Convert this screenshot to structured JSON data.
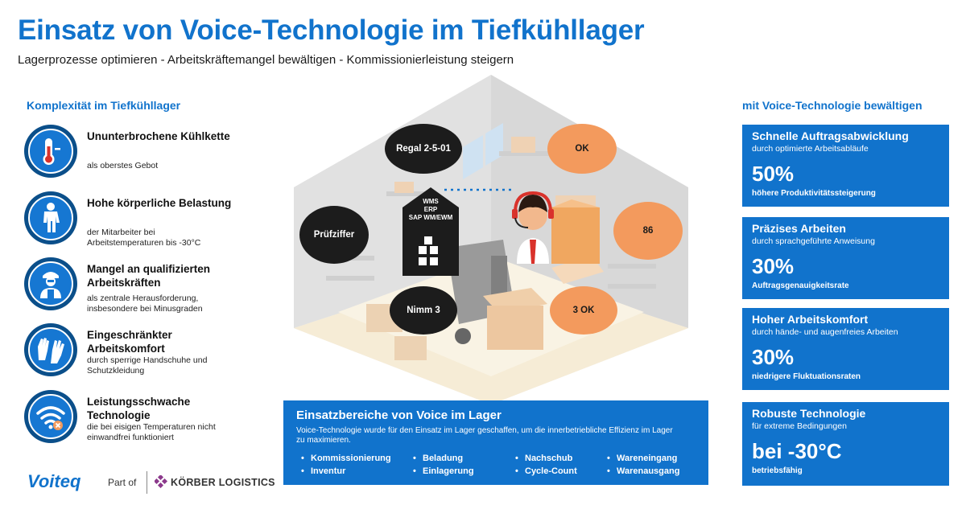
{
  "header": {
    "title": "Einsatz von Voice-Technologie im Tiefkühllager",
    "subtitle": "Lagerprozesse optimieren - Arbeitskräftemangel bewältigen - Kommissionierleistung steigern"
  },
  "left": {
    "heading": "Komplexität im Tiefkühllager",
    "items": [
      {
        "title": "Ununterbrochene Kühlkette",
        "desc": "als oberstes Gebot",
        "icon": "thermometer-icon"
      },
      {
        "title": "Hohe körperliche Belastung",
        "desc": "der Mitarbeiter bei Arbeitstemperaturen bis -30°C",
        "icon": "worker-suit-icon"
      },
      {
        "title": "Mangel an qualifizierten Arbeitskräften",
        "desc": "als zentrale Herausforderung, insbesondere bei Minusgraden",
        "icon": "worker-icon"
      },
      {
        "title": "Eingeschränkter Arbeitskomfort",
        "desc": "durch sperrige Handschuhe und Schutzkleidung",
        "icon": "gloves-icon"
      },
      {
        "title": "Leistungsschwache Technologie",
        "desc": "die bei eisigen Temperaturen nicht einwandfrei funktioniert",
        "icon": "wifi-error-icon"
      }
    ]
  },
  "right": {
    "heading": "mit Voice-Technologie bewältigen",
    "cards": [
      {
        "title": "Schnelle Auftragsabwicklung",
        "subtitle": "durch optimierte Arbeitsabläufe",
        "value": "50%",
        "footer": "höhere Produktivitätssteigerung"
      },
      {
        "title": "Präzises Arbeiten",
        "subtitle": "durch sprachgeführte Anweisung",
        "value": "30%",
        "footer": "Auftragsgenauigkeitsrate"
      },
      {
        "title": "Hoher Arbeitskomfort",
        "subtitle": "durch hände- und augenfreies Arbeiten",
        "value": "30%",
        "footer": "niedrigere Fluktuationsraten"
      },
      {
        "title": "Robuste Technologie",
        "subtitle": "für extreme Bedingungen",
        "value": "bei -30°C",
        "footer": "betriebsfähig"
      }
    ]
  },
  "scene": {
    "system": {
      "line1": "WMS",
      "line2": "ERP",
      "line3": "SAP WM/EWM"
    },
    "bubbles": {
      "regal": "Regal 2-5-01",
      "ok": "OK",
      "pruefziffer": "Prüfziffer",
      "num86": "86",
      "nimm": "Nimm 3",
      "ok3": "3 OK"
    }
  },
  "usage": {
    "title": "Einsatzbereiche von Voice im Lager",
    "desc": "Voice-Technologie wurde für den Einsatz im Lager geschaffen, um die innerbetriebliche Effizienz im Lager zu maximieren.",
    "items": [
      "Kommissionierung",
      "Beladung",
      "Nachschub",
      "Wareneingang",
      "Inventur",
      "Einlagerung",
      "Cycle-Count",
      "Warenausgang"
    ]
  },
  "footer": {
    "brand": "Voiteq",
    "partof": "Part of",
    "partner": "KÖRBER LOGISTICS"
  },
  "colors": {
    "brand_blue": "#1173cc",
    "dark_blue": "#0b4f8a",
    "orange": "#f39a5d",
    "black": "#1c1c1c"
  }
}
